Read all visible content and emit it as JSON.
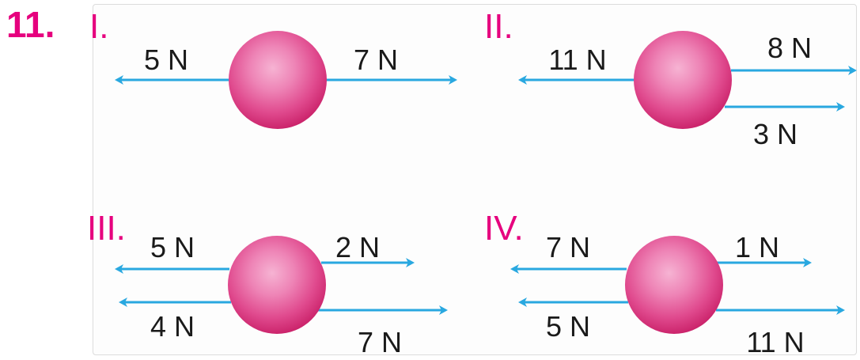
{
  "question_number": "11.",
  "colors": {
    "accent": "#e6007e",
    "arrow": "#29a8e0",
    "text": "#1a1a1a",
    "ball_dark": "#cc1f6a",
    "ball_light": "#f4a3c9"
  },
  "panels": [
    {
      "roman": "I.",
      "forces": [
        {
          "label": "5 N",
          "direction": "left"
        },
        {
          "label": "7 N",
          "direction": "right"
        }
      ]
    },
    {
      "roman": "II.",
      "forces": [
        {
          "label": "11 N",
          "direction": "left"
        },
        {
          "label": "8 N",
          "direction": "right"
        },
        {
          "label": "3 N",
          "direction": "right"
        }
      ]
    },
    {
      "roman": "III.",
      "forces": [
        {
          "label": "5 N",
          "direction": "left"
        },
        {
          "label": "4 N",
          "direction": "left"
        },
        {
          "label": "2 N",
          "direction": "right"
        },
        {
          "label": "7 N",
          "direction": "right"
        }
      ]
    },
    {
      "roman": "IV.",
      "forces": [
        {
          "label": "7 N",
          "direction": "left"
        },
        {
          "label": "5 N",
          "direction": "left"
        },
        {
          "label": "1 N",
          "direction": "right"
        },
        {
          "label": "11 N",
          "direction": "right"
        }
      ]
    }
  ]
}
